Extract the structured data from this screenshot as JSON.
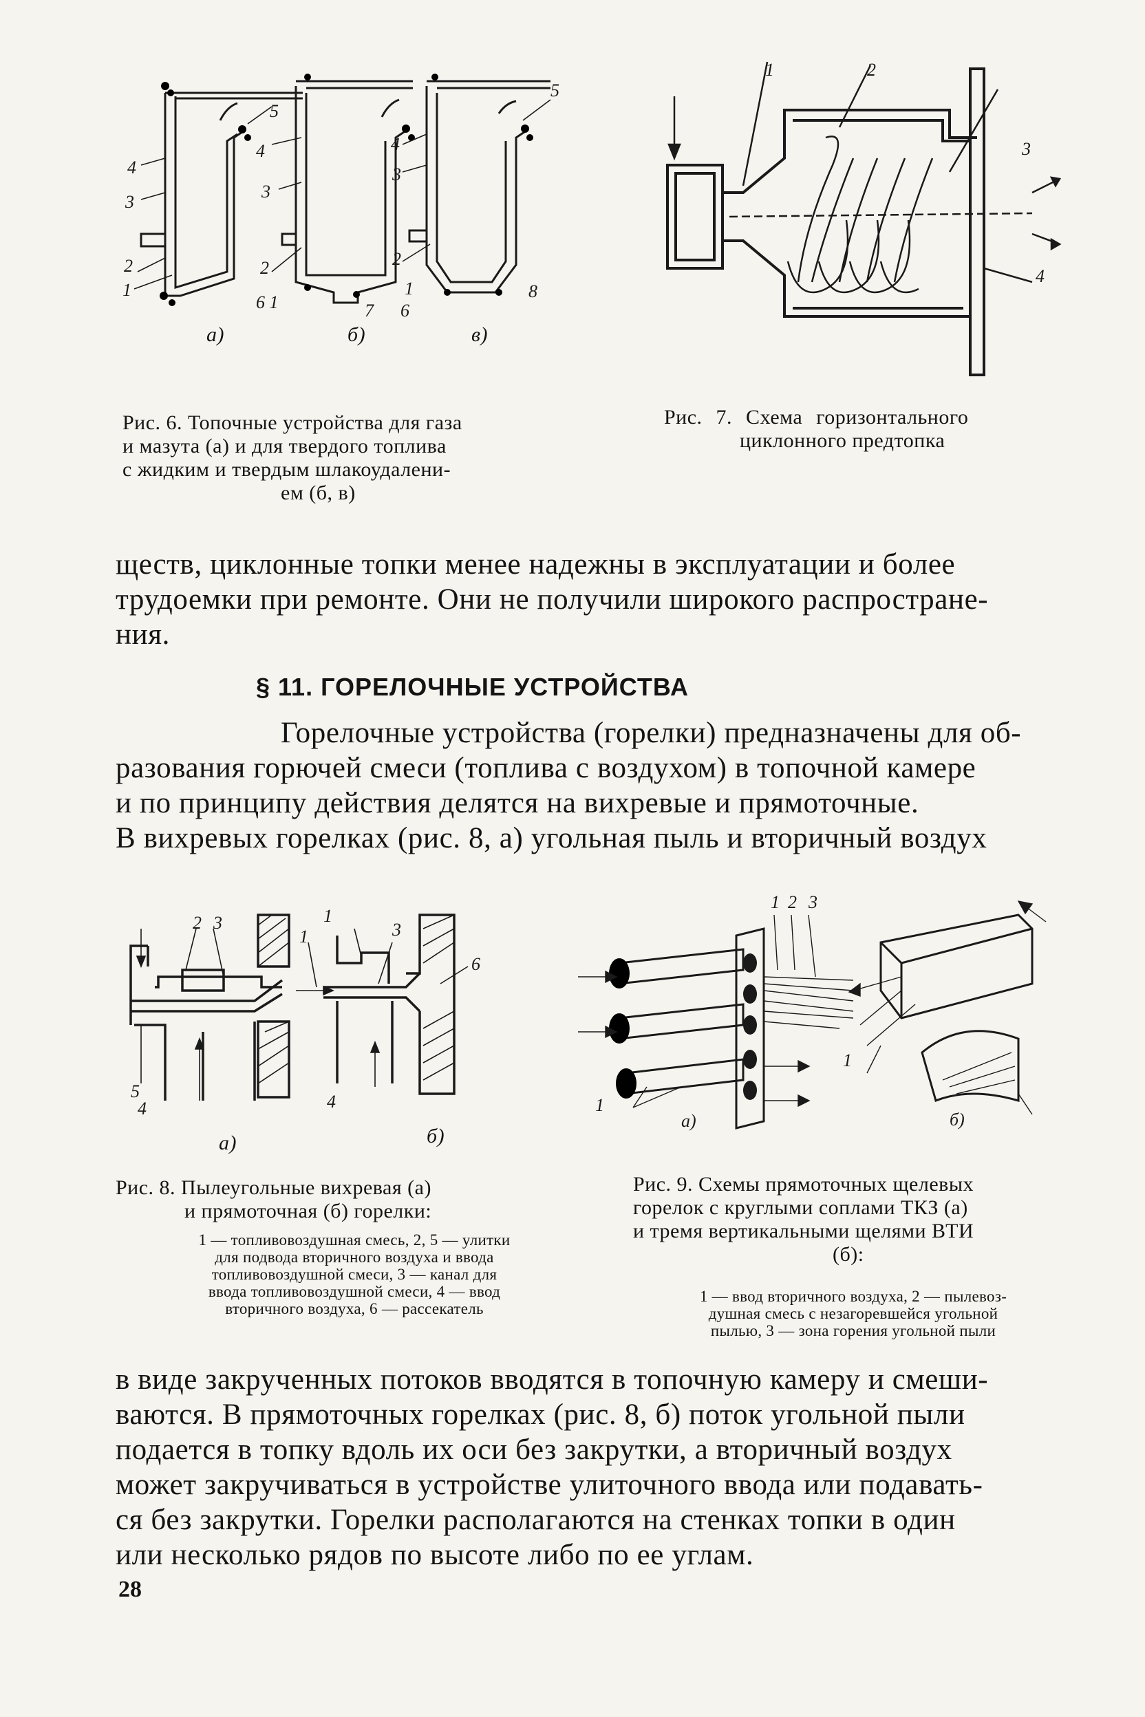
{
  "fig6": {
    "caption_lines": [
      "Рис. 6. Топочные устройства для газа",
      "и мазута (а) и для твердого топлива",
      "с жидким и твердым шлакоудалени-",
      "ем (б, в)"
    ],
    "sub_a": "а)",
    "sub_b": "б)",
    "sub_c": "в)",
    "labels": [
      "1",
      "2",
      "3",
      "4",
      "5",
      "6",
      "7",
      "8"
    ]
  },
  "fig7": {
    "caption_lines": [
      "Рис. 7. Схема горизонтального",
      "циклонного предтопка"
    ],
    "labels": [
      "1",
      "2",
      "3",
      "4"
    ]
  },
  "para1_lines": [
    "ществ, циклонные топки менее надежны в эксплуатации и более",
    "трудоемки при ремонте. Они не получили широкого распростране-",
    "ния."
  ],
  "section_heading": "§ 11. ГОРЕЛОЧНЫЕ УСТРОЙСТВА",
  "para2_lines": [
    "Горелочные устройства (горелки) предназначены для об-",
    "разования горючей смеси (топлива с воздухом) в топочной камере",
    "и по принципу действия делятся на вихревые и прямоточные.",
    "В вихревых горелках (рис. 8, а) угольная пыль и вторичный воздух"
  ],
  "fig8": {
    "caption_lines": [
      "Рис. 8. Пылеугольные вихревая (а)",
      "и прямоточная (б) горелки:"
    ],
    "legend_lines": [
      "1 — топливовоздушная смесь, 2, 5 — улитки",
      "для подвода вторичного воздуха и ввода",
      "топливовоздушной смеси, 3 — канал для",
      "ввода топливовоздушной смеси, 4 — ввод",
      "вторичного воздуха, 6 — рассекатель"
    ],
    "sub_a": "а)",
    "sub_b": "б)"
  },
  "fig9": {
    "caption_lines": [
      "Рис. 9. Схемы прямоточных щелевых",
      "горелок с круглыми соплами ТКЗ (а)",
      "и тремя вертикальными щелями ВТИ",
      "(б):"
    ],
    "legend_lines": [
      "1 — ввод вторичного воздуха, 2 — пылевоз-",
      "душная смесь с незагоревшейся угольной",
      "пылью, 3 — зона горения угольной пыли"
    ],
    "sub_a": "а)",
    "sub_b": "б)"
  },
  "para3_lines": [
    "в виде закрученных потоков вводятся в топочную камеру и смеши-",
    "ваются. В прямоточных горелках (рис. 8, б) поток угольной пыли",
    "подается в топку вдоль их оси без закрутки, а вторичный воздух",
    "может закручиваться в устройстве улиточного ввода или подавать-",
    "ся без закрутки. Горелки располагаются на стенках топки в один",
    "или несколько рядов по высоте либо по ее углам."
  ],
  "page_number": "28"
}
